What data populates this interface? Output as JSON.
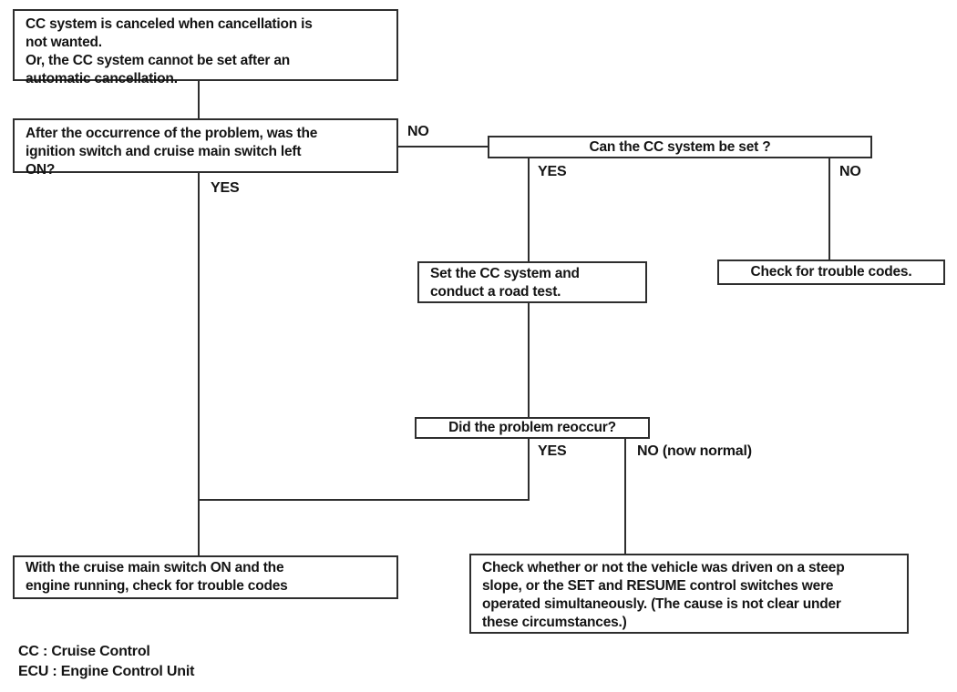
{
  "diagram": {
    "title_hint": "Cruise control cancellation troubleshooting flowchart",
    "boxes": {
      "problem": "CC system is canceled when cancellation is\nnot wanted.\nOr, the CC system cannot be set after an\nautomatic cancellation.",
      "question_switch_left_on": "After the occurrence of the problem, was the\nignition switch and cruise main switch left\nON?",
      "question_can_set": "Can the CC system be set ?",
      "set_and_road_test": "Set the CC system and\nconduct a road test.",
      "check_trouble_codes": "Check for trouble codes.",
      "question_reoccur": "Did the problem reoccur?",
      "check_codes_engine_running": "With the cruise main switch ON and the\nengine running, check for trouble codes",
      "check_steep_slope": "Check whether or not the vehicle was driven on a steep\nslope, or the SET and RESUME control switches were\noperated simultaneously. (The cause is not clear under\nthese circumstances.)"
    },
    "labels": {
      "no_to_can_set": "NO",
      "yes_from_switch_on": "YES",
      "yes_from_can_set": "YES",
      "no_from_can_set": "NO",
      "yes_from_reoccur": "YES",
      "no_from_reoccur": "NO (now normal)"
    },
    "legend": {
      "line1": "CC : Cruise Control",
      "line2": "ECU : Engine Control Unit"
    },
    "colors": {
      "line": "#2e2e2e",
      "text": "#141414",
      "background": "#ffffff"
    }
  }
}
